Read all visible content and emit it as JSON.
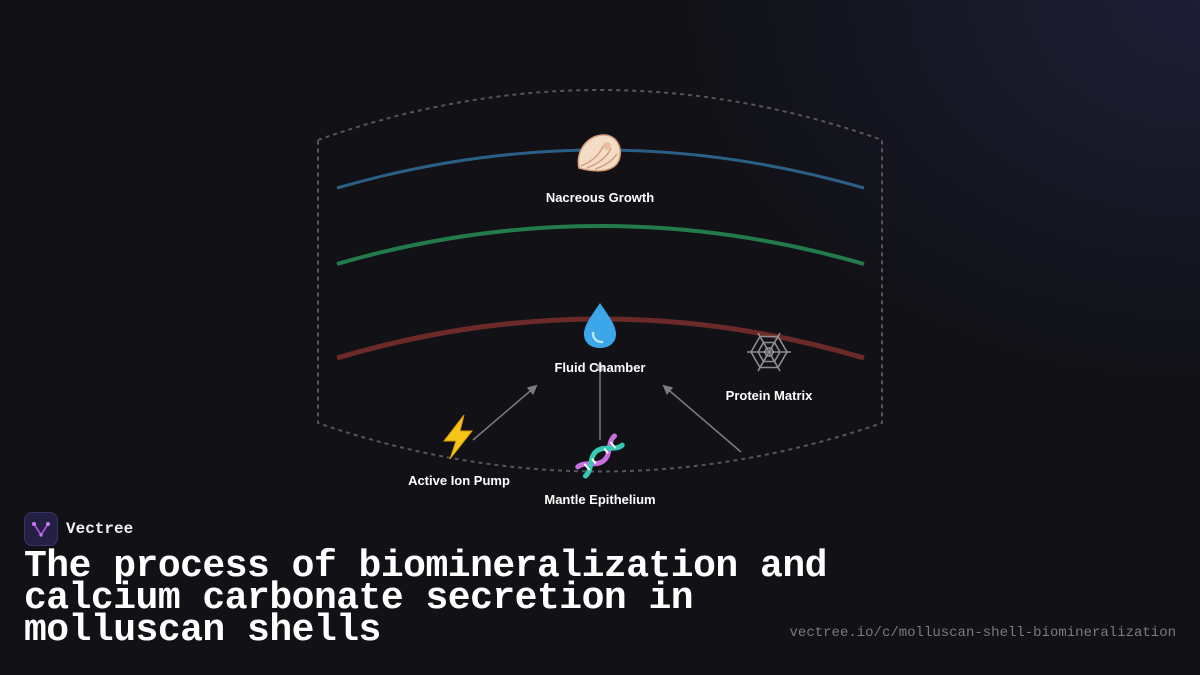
{
  "diagram": {
    "nodes": [
      {
        "id": "nacreous",
        "label": "Nacreous Growth",
        "icon": "spiral-shell-icon"
      },
      {
        "id": "fluid",
        "label": "Fluid Chamber",
        "icon": "droplet-icon"
      },
      {
        "id": "protein",
        "label": "Protein Matrix",
        "icon": "spider-web-icon"
      },
      {
        "id": "pump",
        "label": "Active Ion Pump",
        "icon": "lightning-icon"
      },
      {
        "id": "mantle",
        "label": "Mantle Epithelium",
        "icon": "dna-icon"
      }
    ],
    "layers": [
      {
        "name": "outer-layer",
        "color": "#2a5f86"
      },
      {
        "name": "middle-layer",
        "color": "#237a4a"
      },
      {
        "name": "inner-layer",
        "color": "#6b2a27"
      }
    ],
    "edges": [
      {
        "from": "pump",
        "to": "fluid"
      },
      {
        "from": "mantle",
        "to": "fluid"
      },
      {
        "from": "protein",
        "to": "fluid"
      }
    ]
  },
  "brand": {
    "name": "Vectree",
    "logo_color": "#a64ed8"
  },
  "title": "The process of biomineralization and calcium carbonate secretion in molluscan shells",
  "url": "vectree.io/c/molluscan-shell-biomineralization"
}
